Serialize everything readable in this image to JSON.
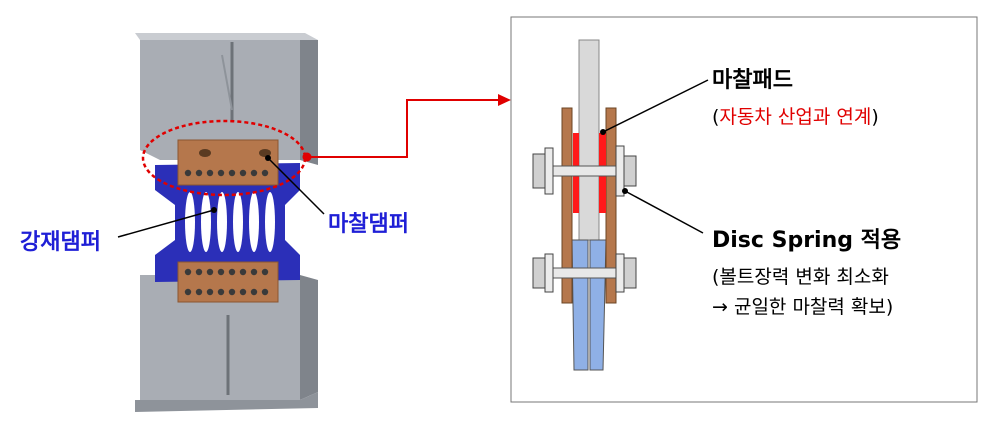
{
  "labels": {
    "steel_damper": "강재댐퍼",
    "friction_damper": "마찰댐퍼",
    "friction_pad": "마찰패드",
    "friction_pad_note_open": "(",
    "friction_pad_note": "자동차 산업과 연계",
    "friction_pad_note_close": ")",
    "disc_spring": "Disc Spring 적용",
    "disc_spring_note_line1": "(볼트장력 변화 최소화",
    "disc_spring_note_line2": "→ 균일한 마찰력 확보)"
  },
  "colors": {
    "steel": "#a9adb4",
    "steel_dark": "#7f848b",
    "damper_plate": "#2b2fb8",
    "friction_plate": "#b5774c",
    "friction_pad": "#ff1a1a",
    "callout": "#e00000",
    "bolt": "#c8c8c8",
    "lower_plate": "#8fb0e6"
  }
}
